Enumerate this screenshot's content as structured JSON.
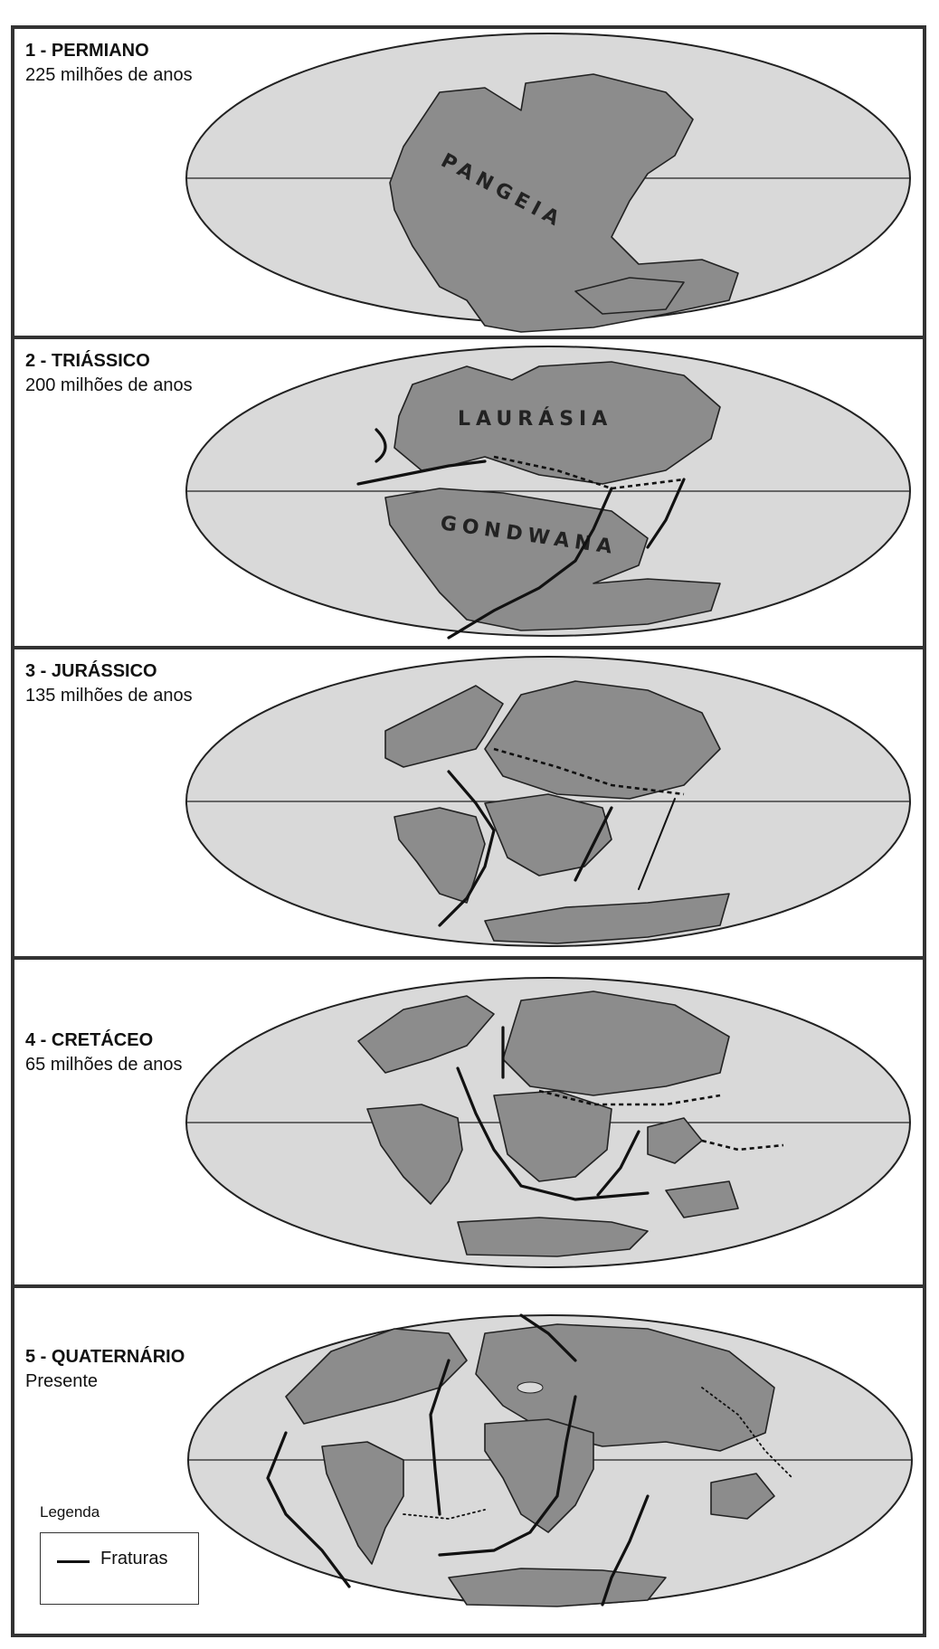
{
  "periods": [
    {
      "title": "1 - PERMIANO",
      "age": "225 milhões de anos",
      "labels": [
        "PANGEIA"
      ]
    },
    {
      "title": "2 - TRIÁSSICO",
      "age": "200 milhões de anos",
      "labels": [
        "LAURÁSIA",
        "GONDWANA"
      ]
    },
    {
      "title": "3 - JURÁSSICO",
      "age": "135 milhões de anos",
      "labels": []
    },
    {
      "title": "4 - CRETÁCEO",
      "age": "65 milhões de anos",
      "labels": []
    },
    {
      "title": "5 - QUATERNÁRIO",
      "age": "Presente",
      "labels": []
    }
  ],
  "legend": {
    "title": "Legenda",
    "item_label": "Fraturas"
  },
  "colors": {
    "ocean": "#d9d9d9",
    "land": "#8c8c8c",
    "line": "#111111"
  },
  "icons": {
    "fracture": "fracture-line-icon"
  }
}
